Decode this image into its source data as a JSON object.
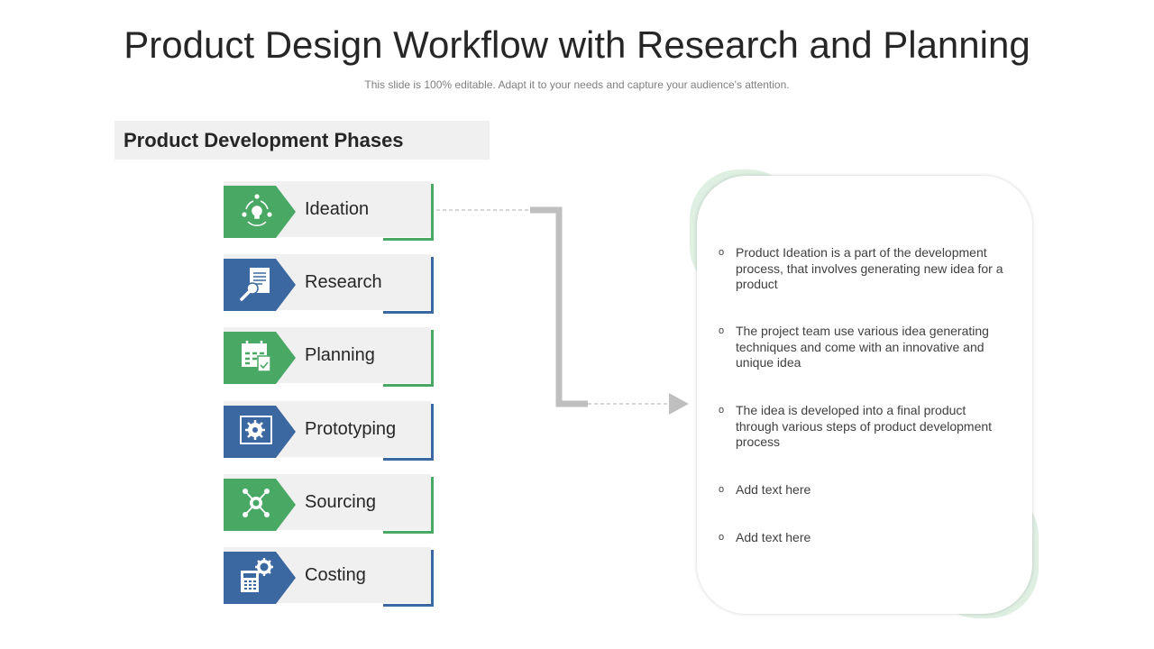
{
  "title": "Product Design Workflow with Research and Planning",
  "subtitle": "This slide is 100% editable. Adapt it to your needs and capture your audience's attention.",
  "section_header": "Product Development Phases",
  "colors": {
    "green": "#49a864",
    "blue": "#3b68a1",
    "connector": "#bfbfbf",
    "card_accent": "#dff0e3"
  },
  "phases": [
    {
      "label": "Ideation",
      "icon": "ideation-icon",
      "color": "green"
    },
    {
      "label": "Research",
      "icon": "research-icon",
      "color": "blue"
    },
    {
      "label": "Planning",
      "icon": "planning-icon",
      "color": "green"
    },
    {
      "label": "Prototyping",
      "icon": "prototyping-icon",
      "color": "blue"
    },
    {
      "label": "Sourcing",
      "icon": "sourcing-icon",
      "color": "green"
    },
    {
      "label": "Costing",
      "icon": "costing-icon",
      "color": "blue"
    }
  ],
  "details": {
    "bullet_mark": "o",
    "bullets": [
      "Product Ideation  is a part of the development process, that involves generating new idea for a product",
      "The project team use various idea generating techniques and come with an innovative and unique idea",
      "The idea is developed into a final product through various steps of product development process",
      "Add text here",
      "Add text here"
    ]
  }
}
